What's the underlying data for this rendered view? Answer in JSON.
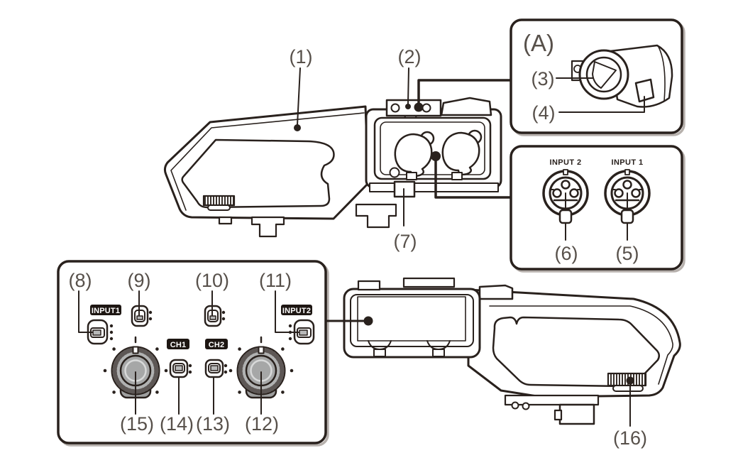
{
  "colors": {
    "background": "#ffffff",
    "line": "#29211d",
    "callout_text": "#57504a",
    "badge_background": "#1d1612",
    "badge_text": "#ffffff",
    "knob_gray": "#b0b1b1"
  },
  "callouts": {
    "c1": "(1)",
    "c2": "(2)",
    "c3": "(3)",
    "c4": "(4)",
    "c5": "(5)",
    "c6": "(6)",
    "c7": "(7)",
    "c8": "(8)",
    "c9": "(9)",
    "c10": "(10)",
    "c11": "(11)",
    "c12": "(12)",
    "c13": "(13)",
    "c14": "(14)",
    "c15": "(15)",
    "c16": "(16)",
    "cA": "(A)"
  },
  "xlr_inset": {
    "input2_label": "INPUT 2",
    "input1_label": "INPUT 1"
  },
  "control_panel": {
    "input1_badge": "INPUT1",
    "input2_badge": "INPUT2",
    "ch1_badge": "CH1",
    "ch2_badge": "CH2"
  }
}
